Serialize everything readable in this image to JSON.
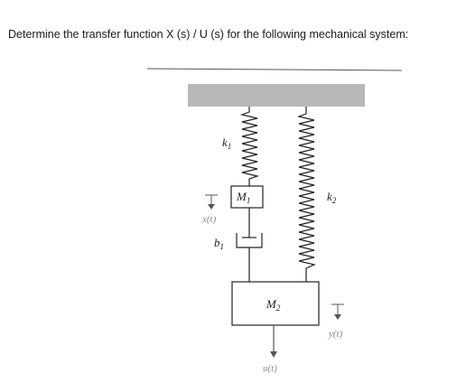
{
  "question": "Determine the transfer function X (s) / U (s) for the following mechanical system:",
  "diagram": {
    "k1": "k",
    "k1_sub": "1",
    "k2": "k",
    "k2_sub": "2",
    "b1": "b",
    "b1_sub": "1",
    "m1": "M",
    "m1_sub": "1",
    "m2": "M",
    "m2_sub": "2",
    "x": "x(t)",
    "y": "y(t)",
    "u": "u(t)"
  }
}
